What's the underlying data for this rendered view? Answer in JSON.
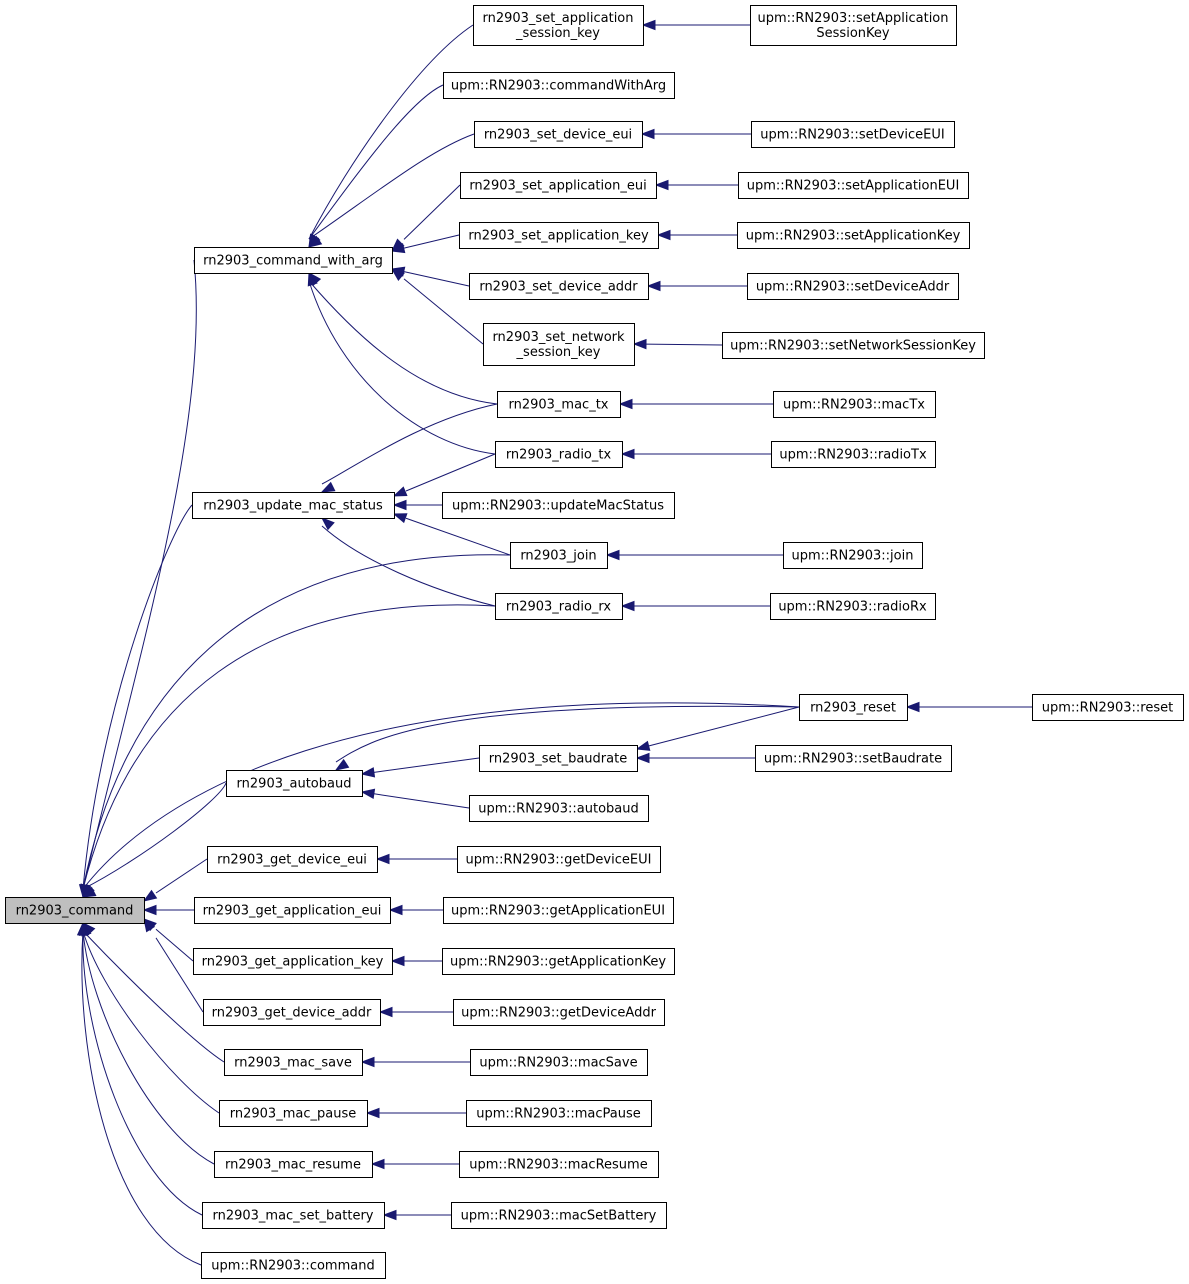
{
  "graph": {
    "nodes": {
      "rn2903_command": [
        "rn2903_command"
      ],
      "rn2903_command_with_arg": [
        "rn2903_command_with_arg"
      ],
      "rn2903_update_mac_status": [
        "rn2903_update_mac_status"
      ],
      "rn2903_autobaud": [
        "rn2903_autobaud"
      ],
      "rn2903_get_device_eui": [
        "rn2903_get_device_eui"
      ],
      "rn2903_get_application_eui": [
        "rn2903_get_application_eui"
      ],
      "rn2903_get_application_key": [
        "rn2903_get_application_key"
      ],
      "rn2903_get_device_addr": [
        "rn2903_get_device_addr"
      ],
      "rn2903_mac_save": [
        "rn2903_mac_save"
      ],
      "rn2903_mac_pause": [
        "rn2903_mac_pause"
      ],
      "rn2903_mac_resume": [
        "rn2903_mac_resume"
      ],
      "rn2903_mac_set_battery": [
        "rn2903_mac_set_battery"
      ],
      "upm_command": [
        "upm::RN2903::command"
      ],
      "rn2903_set_application_session_key": [
        "rn2903_set_application",
        "_session_key"
      ],
      "upm_commandWithArg": [
        "upm::RN2903::commandWithArg"
      ],
      "rn2903_set_device_eui": [
        "rn2903_set_device_eui"
      ],
      "rn2903_set_application_eui": [
        "rn2903_set_application_eui"
      ],
      "rn2903_set_application_key": [
        "rn2903_set_application_key"
      ],
      "rn2903_set_device_addr": [
        "rn2903_set_device_addr"
      ],
      "rn2903_set_network_session_key": [
        "rn2903_set_network",
        "_session_key"
      ],
      "rn2903_mac_tx": [
        "rn2903_mac_tx"
      ],
      "rn2903_radio_tx": [
        "rn2903_radio_tx"
      ],
      "upm_updateMacStatus": [
        "upm::RN2903::updateMacStatus"
      ],
      "rn2903_join": [
        "rn2903_join"
      ],
      "rn2903_radio_rx": [
        "rn2903_radio_rx"
      ],
      "rn2903_reset": [
        "rn2903_reset"
      ],
      "rn2903_set_baudrate": [
        "rn2903_set_baudrate"
      ],
      "upm_autobaud": [
        "upm::RN2903::autobaud"
      ],
      "upm_getDeviceEUI": [
        "upm::RN2903::getDeviceEUI"
      ],
      "upm_getApplicationEUI": [
        "upm::RN2903::getApplicationEUI"
      ],
      "upm_getApplicationKey": [
        "upm::RN2903::getApplicationKey"
      ],
      "upm_getDeviceAddr": [
        "upm::RN2903::getDeviceAddr"
      ],
      "upm_macSave": [
        "upm::RN2903::macSave"
      ],
      "upm_macPause": [
        "upm::RN2903::macPause"
      ],
      "upm_macResume": [
        "upm::RN2903::macResume"
      ],
      "upm_macSetBattery": [
        "upm::RN2903::macSetBattery"
      ],
      "upm_setApplicationSessionKey": [
        "upm::RN2903::setApplication",
        "SessionKey"
      ],
      "upm_setDeviceEUI": [
        "upm::RN2903::setDeviceEUI"
      ],
      "upm_setApplicationEUI": [
        "upm::RN2903::setApplicationEUI"
      ],
      "upm_setApplicationKey": [
        "upm::RN2903::setApplicationKey"
      ],
      "upm_setDeviceAddr": [
        "upm::RN2903::setDeviceAddr"
      ],
      "upm_setNetworkSessionKey": [
        "upm::RN2903::setNetworkSessionKey"
      ],
      "upm_macTx": [
        "upm::RN2903::macTx"
      ],
      "upm_radioTx": [
        "upm::RN2903::radioTx"
      ],
      "upm_join": [
        "upm::RN2903::join"
      ],
      "upm_radioRx": [
        "upm::RN2903::radioRx"
      ],
      "upm_reset": [
        "upm::RN2903::reset"
      ],
      "upm_setBaudrate": [
        "upm::RN2903::setBaudrate"
      ]
    },
    "edges": [
      [
        "rn2903_command",
        "rn2903_command_with_arg"
      ],
      [
        "rn2903_command",
        "rn2903_update_mac_status"
      ],
      [
        "rn2903_command",
        "rn2903_join"
      ],
      [
        "rn2903_command",
        "rn2903_radio_rx"
      ],
      [
        "rn2903_command",
        "rn2903_reset"
      ],
      [
        "rn2903_command",
        "rn2903_autobaud"
      ],
      [
        "rn2903_command",
        "rn2903_get_device_eui"
      ],
      [
        "rn2903_command",
        "rn2903_get_application_eui"
      ],
      [
        "rn2903_command",
        "rn2903_get_application_key"
      ],
      [
        "rn2903_command",
        "rn2903_get_device_addr"
      ],
      [
        "rn2903_command",
        "rn2903_mac_save"
      ],
      [
        "rn2903_command",
        "rn2903_mac_pause"
      ],
      [
        "rn2903_command",
        "rn2903_mac_resume"
      ],
      [
        "rn2903_command",
        "rn2903_mac_set_battery"
      ],
      [
        "rn2903_command",
        "upm_command"
      ],
      [
        "rn2903_command_with_arg",
        "rn2903_set_application_session_key"
      ],
      [
        "rn2903_command_with_arg",
        "upm_commandWithArg"
      ],
      [
        "rn2903_command_with_arg",
        "rn2903_set_device_eui"
      ],
      [
        "rn2903_command_with_arg",
        "rn2903_set_application_eui"
      ],
      [
        "rn2903_command_with_arg",
        "rn2903_set_application_key"
      ],
      [
        "rn2903_command_with_arg",
        "rn2903_set_device_addr"
      ],
      [
        "rn2903_command_with_arg",
        "rn2903_set_network_session_key"
      ],
      [
        "rn2903_command_with_arg",
        "rn2903_mac_tx"
      ],
      [
        "rn2903_command_with_arg",
        "rn2903_radio_tx"
      ],
      [
        "rn2903_update_mac_status",
        "rn2903_mac_tx"
      ],
      [
        "rn2903_update_mac_status",
        "rn2903_radio_tx"
      ],
      [
        "rn2903_update_mac_status",
        "upm_updateMacStatus"
      ],
      [
        "rn2903_update_mac_status",
        "rn2903_join"
      ],
      [
        "rn2903_update_mac_status",
        "rn2903_radio_rx"
      ],
      [
        "rn2903_autobaud",
        "rn2903_reset"
      ],
      [
        "rn2903_autobaud",
        "rn2903_set_baudrate"
      ],
      [
        "rn2903_autobaud",
        "upm_autobaud"
      ],
      [
        "rn2903_set_baudrate",
        "rn2903_reset"
      ],
      [
        "rn2903_set_baudrate",
        "upm_setBaudrate"
      ],
      [
        "rn2903_reset",
        "upm_reset"
      ],
      [
        "rn2903_set_application_session_key",
        "upm_setApplicationSessionKey"
      ],
      [
        "rn2903_set_device_eui",
        "upm_setDeviceEUI"
      ],
      [
        "rn2903_set_application_eui",
        "upm_setApplicationEUI"
      ],
      [
        "rn2903_set_application_key",
        "upm_setApplicationKey"
      ],
      [
        "rn2903_set_device_addr",
        "upm_setDeviceAddr"
      ],
      [
        "rn2903_set_network_session_key",
        "upm_setNetworkSessionKey"
      ],
      [
        "rn2903_mac_tx",
        "upm_macTx"
      ],
      [
        "rn2903_radio_tx",
        "upm_radioTx"
      ],
      [
        "rn2903_join",
        "upm_join"
      ],
      [
        "rn2903_radio_rx",
        "upm_radioRx"
      ],
      [
        "rn2903_get_device_eui",
        "upm_getDeviceEUI"
      ],
      [
        "rn2903_get_application_eui",
        "upm_getApplicationEUI"
      ],
      [
        "rn2903_get_application_key",
        "upm_getApplicationKey"
      ],
      [
        "rn2903_get_device_addr",
        "upm_getDeviceAddr"
      ],
      [
        "rn2903_mac_save",
        "upm_macSave"
      ],
      [
        "rn2903_mac_pause",
        "upm_macPause"
      ],
      [
        "rn2903_mac_resume",
        "upm_macResume"
      ],
      [
        "rn2903_mac_set_battery",
        "upm_macSetBattery"
      ]
    ],
    "colors": {
      "edge": "#191970",
      "root_fill": "#bfbfbf",
      "node_fill": "#ffffff",
      "border": "#000000"
    }
  }
}
